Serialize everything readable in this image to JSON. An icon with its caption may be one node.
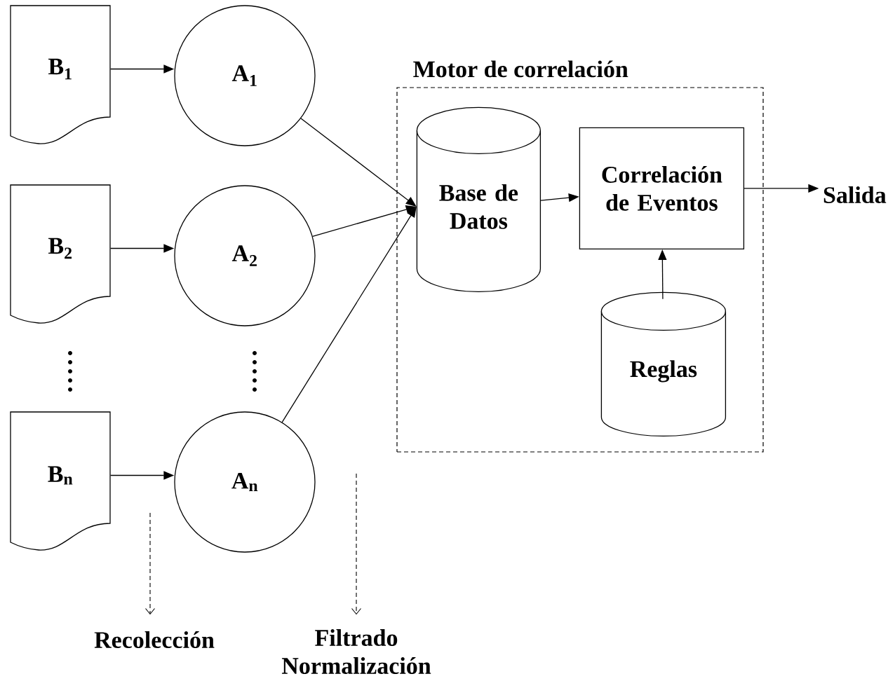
{
  "diagram": {
    "nodes": [
      {
        "text": [
          "B$_{1}$"
        ]
      },
      {
        "text": [
          "A$_{1}$"
        ]
      },
      {
        "text": [
          "B$_{2}$"
        ]
      },
      {
        "text": [
          "A$_{2}$"
        ]
      },
      {
        "text": [
          "B$_{n}$"
        ]
      },
      {
        "text": [
          "A$_{n}$"
        ]
      },
      {
        "text": [
          "Motor de correlación"
        ]
      },
      {
        "text": [
          "Base de Datos"
        ],
        "in": 6
      },
      {
        "text": [
          "Correlación de Eventos"
        ],
        "in": 6
      },
      {
        "text": [
          "Reglas"
        ],
        "in": 6
      },
      {
        "text": [
          "Salida"
        ]
      },
      {
        "text": [
          "Recolección"
        ]
      },
      {
        "text": [
          "Filtrado Normalización"
        ]
      }
    ],
    "edges": [
      {
        "from": 0,
        "to": 1,
        "arrow": "to"
      },
      {
        "from": 2,
        "to": 3,
        "arrow": "to"
      },
      {
        "from": 4,
        "to": 5,
        "arrow": "to"
      },
      {
        "from": 1,
        "to": 7,
        "arrow": "to"
      },
      {
        "from": 3,
        "to": 7,
        "arrow": "to"
      },
      {
        "from": 5,
        "to": 7,
        "arrow": "to"
      },
      {
        "from": 7,
        "to": 8,
        "arrow": "to"
      },
      {
        "from": 8,
        "to": 10,
        "arrow": "to"
      },
      {
        "from": 9,
        "to": 8,
        "arrow": "to"
      },
      {
        "from": null,
        "to": 11,
        "arrow": "to",
        "style": "dashed"
      },
      {
        "from": null,
        "to": 12,
        "arrow": "to",
        "style": "dashed"
      }
    ]
  }
}
